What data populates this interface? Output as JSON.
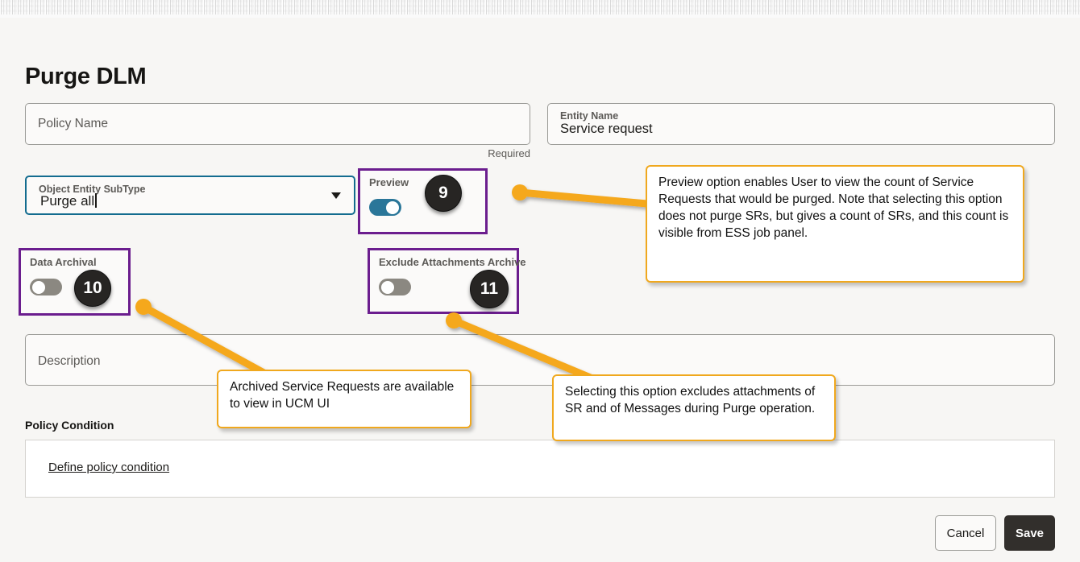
{
  "page": {
    "title": "Purge DLM",
    "accent_orange": "#f0a81e",
    "accent_purple": "#6b1d8e",
    "toggle_on_color": "#2a7699",
    "toggle_off_color": "#8b8881",
    "focus_border_color": "#136c8f",
    "background": "#f7f6f4"
  },
  "form": {
    "policy_name": {
      "placeholder": "Policy Name",
      "value": "",
      "helper": "Required"
    },
    "entity_name": {
      "label": "Entity Name",
      "value": "Service request"
    },
    "object_entity_subtype": {
      "label": "Object Entity SubType",
      "value": "Purge all"
    },
    "description": {
      "placeholder": "Description",
      "value": ""
    }
  },
  "toggles": [
    {
      "key": "preview",
      "label": "Preview",
      "state": "on",
      "badge": "9"
    },
    {
      "key": "archival",
      "label": "Data Archival",
      "state": "off",
      "badge": "10"
    },
    {
      "key": "exclude",
      "label": "Exclude Attachments Archive",
      "state": "off",
      "badge": "11"
    }
  ],
  "policy_condition": {
    "section_label": "Policy Condition",
    "link_label": "Define policy condition"
  },
  "actions": {
    "cancel_label": "Cancel",
    "save_label": "Save"
  },
  "callouts": [
    {
      "key": "preview",
      "text": "Preview option enables User to view the count of Service Requests that would be purged. Note that selecting this option does not purge SRs, but gives a count of SRs, and this count is visible from ESS job panel."
    },
    {
      "key": "archival",
      "text": "Archived Service Requests are available to view in UCM UI"
    },
    {
      "key": "exclude",
      "text": "Selecting this option excludes attachments of SR and of Messages during Purge operation."
    }
  ]
}
